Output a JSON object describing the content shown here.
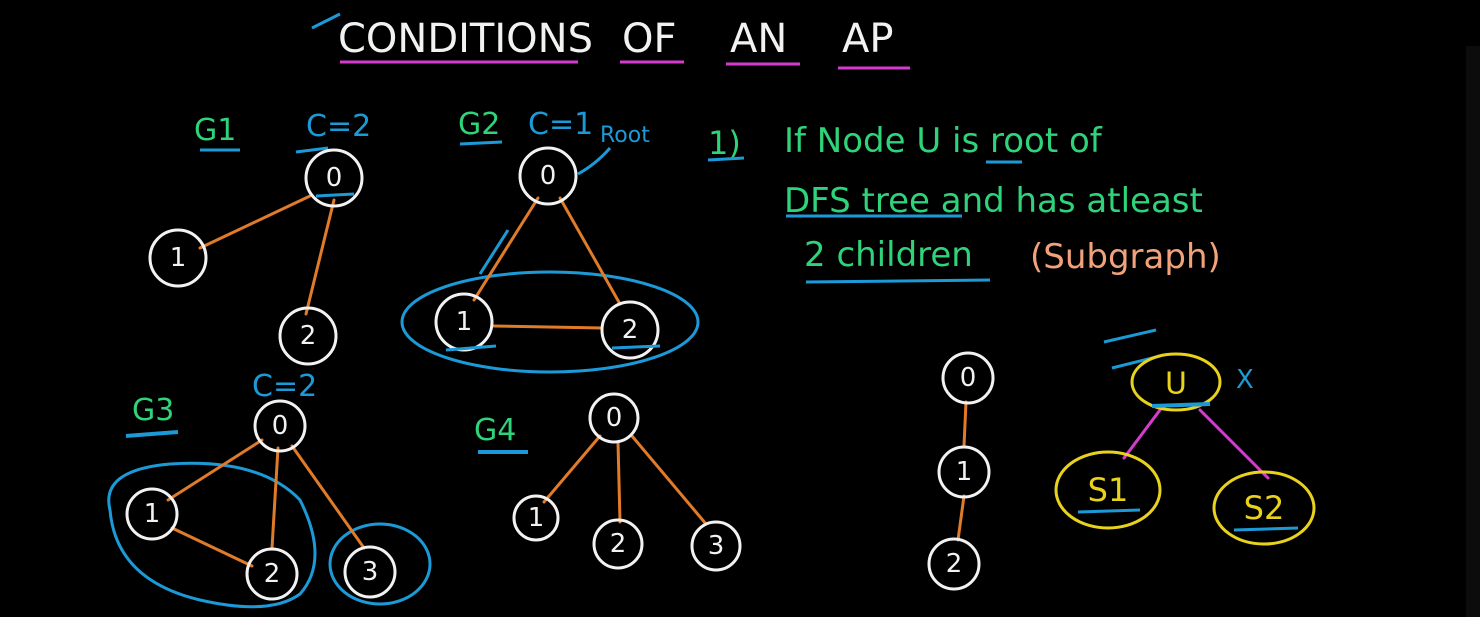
{
  "title": {
    "words": [
      "CONDITIONS",
      "OF",
      "AN",
      "AP"
    ]
  },
  "graphs": {
    "g1": {
      "label": "G1",
      "annotation": "C=2",
      "nodes": [
        "0",
        "1",
        "2"
      ]
    },
    "g2": {
      "label": "G2",
      "annotation": "C=1",
      "root_note": "Root",
      "nodes": [
        "0",
        "1",
        "2"
      ]
    },
    "g3": {
      "label": "G3",
      "annotation": "C=2",
      "nodes": [
        "0",
        "1",
        "2",
        "3"
      ]
    },
    "g4": {
      "label": "G4",
      "nodes": [
        "0",
        "1",
        "2",
        "3"
      ]
    }
  },
  "condition": {
    "number": "1)",
    "line1": "If Node U is root of",
    "line2": "DFS tree and has atleast",
    "line3": "2 children",
    "line3_paren": "(Subgraph)"
  },
  "chain": {
    "nodes": [
      "0",
      "1",
      "2"
    ]
  },
  "tree": {
    "root": "U",
    "mark": "X",
    "children": [
      "S1",
      "S2"
    ]
  },
  "colors": {
    "background": "#000000",
    "edge": "#e07b2a",
    "highlight_blue": "#1c9ad8",
    "text_green": "#2fd37a",
    "subgraph_yellow": "#e8d21c",
    "tree_edge_pink": "#d63bd0",
    "underline_pink": "#d63bd0"
  }
}
